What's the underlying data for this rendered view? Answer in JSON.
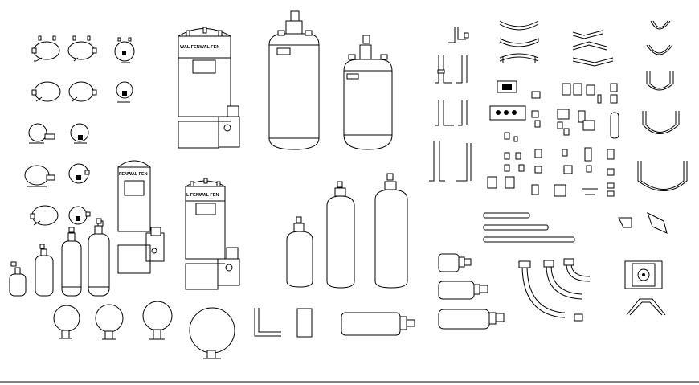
{
  "labels": {
    "tank_top_1": "WAL  FENWAL  FEN",
    "tank_mid_1": "FENWAL  FEN",
    "tank_mid_2": "L FENWAL FEN"
  }
}
